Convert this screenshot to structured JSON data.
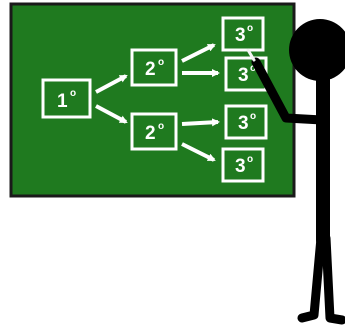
{
  "colors": {
    "board": "#1f7a1f",
    "board_border": "#1a1a1a",
    "box_border": "#ffffff",
    "arrow": "#ffffff",
    "figure": "#000000",
    "background": "#ffffff"
  },
  "boxes": [
    {
      "num": "1",
      "sup": "o"
    },
    {
      "num": "2",
      "sup": "o"
    },
    {
      "num": "2",
      "sup": "o"
    },
    {
      "num": "3",
      "sup": "o"
    },
    {
      "num": "3",
      "sup": "o"
    },
    {
      "num": "3",
      "sup": "o"
    },
    {
      "num": "3",
      "sup": "o"
    }
  ],
  "icons": {
    "figure": "stick-figure-teacher-icon",
    "chalk": "chalk-icon"
  }
}
